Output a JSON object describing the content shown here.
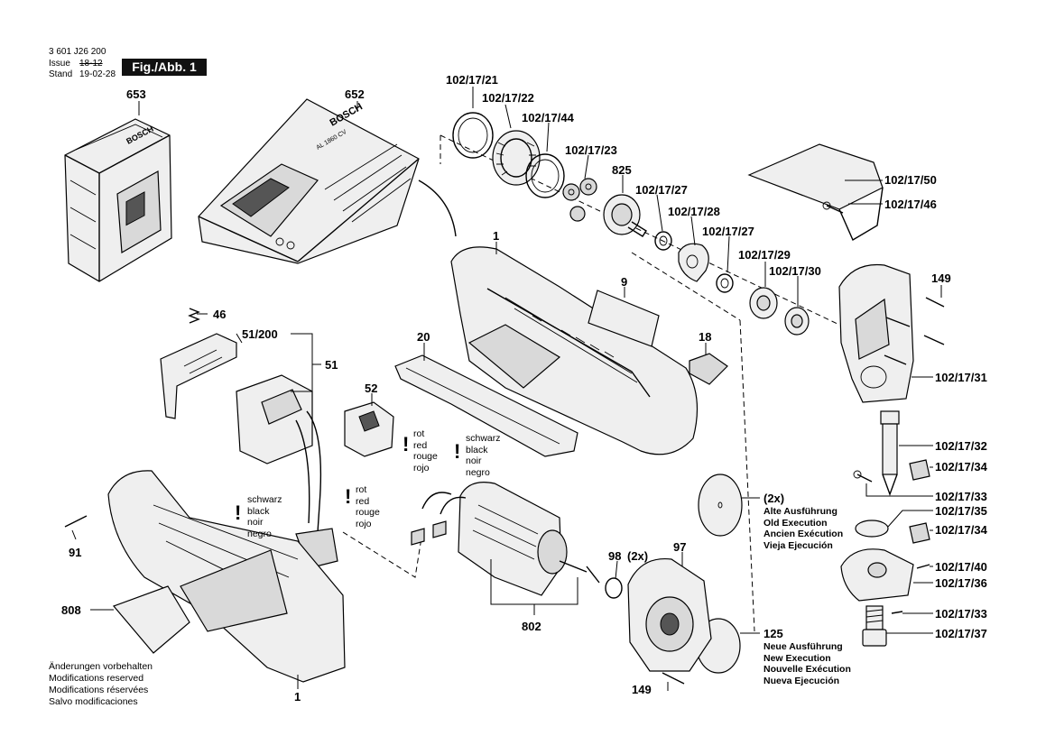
{
  "header": {
    "doc_number": "3 601 J26 200",
    "issue_label": "Issue",
    "issue_value": "18-12",
    "stand_label": "Stand",
    "stand_value": "19-02-28",
    "figure_label": "Fig./Abb. 1"
  },
  "labels": {
    "p653": "653",
    "p652": "652",
    "p102_17_21": "102/17/21",
    "p102_17_22": "102/17/22",
    "p102_17_44": "102/17/44",
    "p102_17_23": "102/17/23",
    "p825": "825",
    "p102_17_27a": "102/17/27",
    "p102_17_28": "102/17/28",
    "p102_17_27b": "102/17/27",
    "p102_17_29": "102/17/29",
    "p102_17_30": "102/17/30",
    "p102_17_50": "102/17/50",
    "p102_17_46": "102/17/46",
    "p149a": "149",
    "p102_17_31": "102/17/31",
    "p102_17_32": "102/17/32",
    "p102_17_34a": "102/17/34",
    "p102_17_33a": "102/17/33",
    "p102_17_35": "102/17/35",
    "p102_17_34b": "102/17/34",
    "p102_17_40": "102/17/40",
    "p102_17_36": "102/17/36",
    "p102_17_33b": "102/17/33",
    "p102_17_37": "102/17/37",
    "p1a": "1",
    "p1b": "1",
    "p9": "9",
    "p20": "20",
    "p18": "18",
    "p46": "46",
    "p51_200": "51/200",
    "p51": "51",
    "p52": "52",
    "p91": "91",
    "p808": "808",
    "p802": "802",
    "p98": "98",
    "p98_qty": "(2x)",
    "p97": "97",
    "p149b": "149",
    "p125": "125",
    "p2x": "(2x)"
  },
  "old_execution": [
    "Alte Ausführung",
    "Old Execution",
    "Ancien Exécution",
    "Vieja Ejecución"
  ],
  "new_execution": [
    "Neue Ausführung",
    "New Execution",
    "Nouvelle Exécution",
    "Nueva Ejecución"
  ],
  "wire_notes": {
    "red_top": [
      "rot",
      "red",
      "rouge",
      "rojo"
    ],
    "black_top": [
      "schwarz",
      "black",
      "noir",
      "negro"
    ],
    "black_left": [
      "schwarz",
      "black",
      "noir",
      "negro"
    ],
    "red_mid": [
      "rot",
      "red",
      "rouge",
      "rojo"
    ],
    "exclamation": "!"
  },
  "device_text": {
    "charger_brand": "BOSCH",
    "charger_model": "AL 1860 CV",
    "battery_brand": "BOSCH"
  },
  "footer": [
    "Änderungen vorbehalten",
    "Modifications reserved",
    "Modifications réservées",
    "Salvo modificaciones"
  ]
}
